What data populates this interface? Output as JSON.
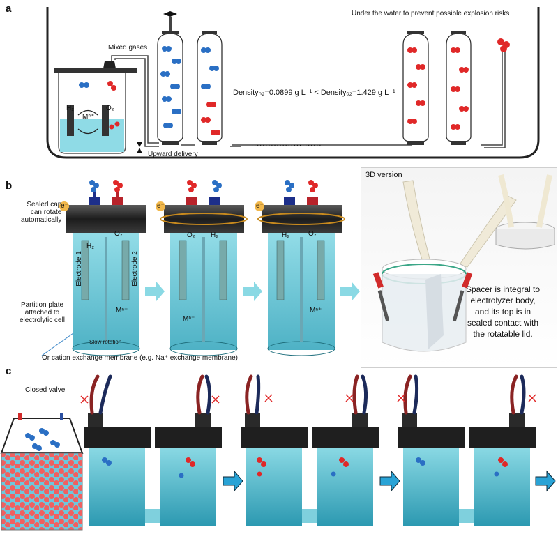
{
  "panel_a": {
    "letter": "a",
    "under_water_note": "Under the water to prevent possible explosion risks",
    "mixed_gases": "Mixed gases",
    "h2_label": "H₂",
    "o2_label": "O₂",
    "ion_label": "Mⁿ⁺",
    "density_text": "Densityₕ₂=0.0899 g L⁻¹ < Densityₒ₂=1.429 g L⁻¹",
    "upward_delivery": "Upward delivery",
    "ellipsis": "........................."
  },
  "panel_b": {
    "letter": "b",
    "electron": "e⁻",
    "sealed_cap": "Sealed cap\ncan rotate\nautomatically",
    "h2": "H₂",
    "o2": "O₂",
    "electrode1": "Electrode 1",
    "electrode2": "Electrode 2",
    "ion": "Mⁿ⁺",
    "partition": "Partition plate\nattached to\nelectrolytic cell",
    "slow_rotation": "Slow rotation",
    "membrane_note": "Or cation exchange membrane (e.g. Na⁺ exchange membrane)",
    "version_3d": "3D version",
    "spacer_note": "Spacer is integral to\nelectrolyzer body,\nand its top is in\nsealed contact with\nthe rotatable lid."
  },
  "panel_c": {
    "letter": "c",
    "closed_valve": "Closed valve"
  },
  "colors": {
    "h2": "#2a6fc4",
    "o2": "#e02828",
    "liquid": "#5fc6d6",
    "arrow": "#7fd3df",
    "cap": "#2b2b2b"
  }
}
